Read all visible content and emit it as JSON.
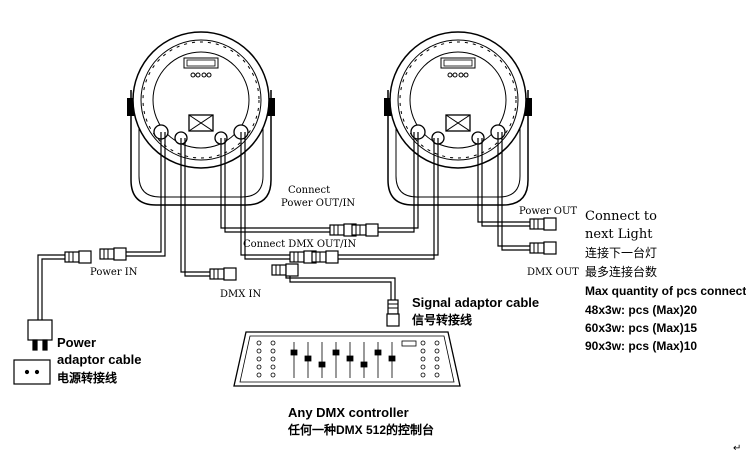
{
  "labels": {
    "connect_power": "Connect",
    "connect_power2": "Power OUT/IN",
    "connect_dmx": "Connect DMX OUT/IN",
    "power_in": "Power IN",
    "dmx_in": "DMX IN",
    "power_out": "Power OUT",
    "dmx_out": "DMX OUT",
    "power_adaptor_1": "Power",
    "power_adaptor_2": "adaptor cable",
    "power_adaptor_cn": "电源转接线",
    "signal_adaptor": "Signal adaptor cable",
    "signal_adaptor_cn": "信号转接线",
    "controller": "Any DMX controller",
    "controller_cn": "任何一种DMX 512的控制台"
  },
  "notes": {
    "connect_next_1": "Connect to",
    "connect_next_2": "next Light",
    "connect_next_cn": "连接下一台灯",
    "max_cn": "最多连接台数",
    "max_title": "Max quantity of pcs connect",
    "line_48": "48x3w:  pcs (Max)20",
    "line_60": "60x3w:  pcs (Max)15",
    "line_90": "90x3w:  pcs (Max)10"
  },
  "symbols": {
    "corner_mark": "↵"
  }
}
